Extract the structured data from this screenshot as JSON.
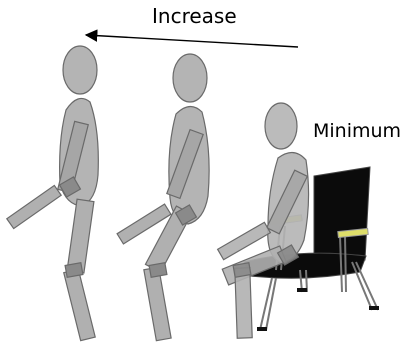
{
  "labels": {
    "increase": "Increase",
    "minimum": "Minimum"
  },
  "figures": [
    {
      "name": "figure-left-standing"
    },
    {
      "name": "figure-middle-rising"
    },
    {
      "name": "figure-right-seated"
    }
  ],
  "colors": {
    "body_fill": "#b4b4b4",
    "body_stroke": "#6a6a6a",
    "limb_fill": "#b0b0b0",
    "joint_fill": "#8a8a8a",
    "chair_fill": "#0b0b0b",
    "armrest": "#dede6a"
  }
}
